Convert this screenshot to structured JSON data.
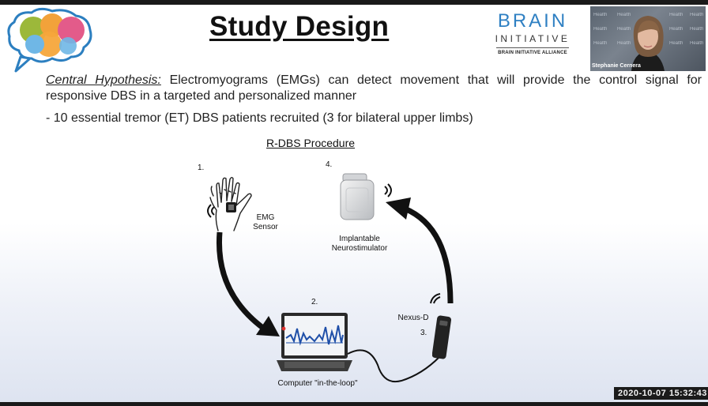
{
  "slide": {
    "title": "Study Design",
    "hypothesis_label": "Central Hypothesis:",
    "hypothesis_text": " Electromyograms (EMGs) can detect movement that will provide the control signal for responsive DBS in a targeted and personalized manner",
    "bullet": "- 10 essential tremor (ET) DBS patients recruited (3 for bilateral upper limbs)",
    "logo": {
      "word": "BRAIN",
      "sub": "INITIATIVE",
      "alliance": "BRAIN INITIATIVE ALLIANCE",
      "color": "#2f80c3"
    }
  },
  "diagram": {
    "title": "R-DBS Procedure",
    "steps": {
      "s1": "1.",
      "s2": "2.",
      "s3": "3.",
      "s4": "4."
    },
    "labels": {
      "emg_line1": "EMG",
      "emg_line2": "Sensor",
      "stim_line1": "Implantable",
      "stim_line2": "Neurostimulator",
      "nexus": "Nexus-D",
      "computer": "Computer \"in-the-loop\""
    },
    "icons": [
      "hand-icon",
      "emg-sensor-icon",
      "laptop-icon",
      "nexus-d-device-icon",
      "neurostimulator-icon",
      "wireless-signal-icon"
    ]
  },
  "video": {
    "speaker": "Stephanie Cernera",
    "watermark": "Health"
  },
  "timestamp": "2020-10-07  15:32:43"
}
